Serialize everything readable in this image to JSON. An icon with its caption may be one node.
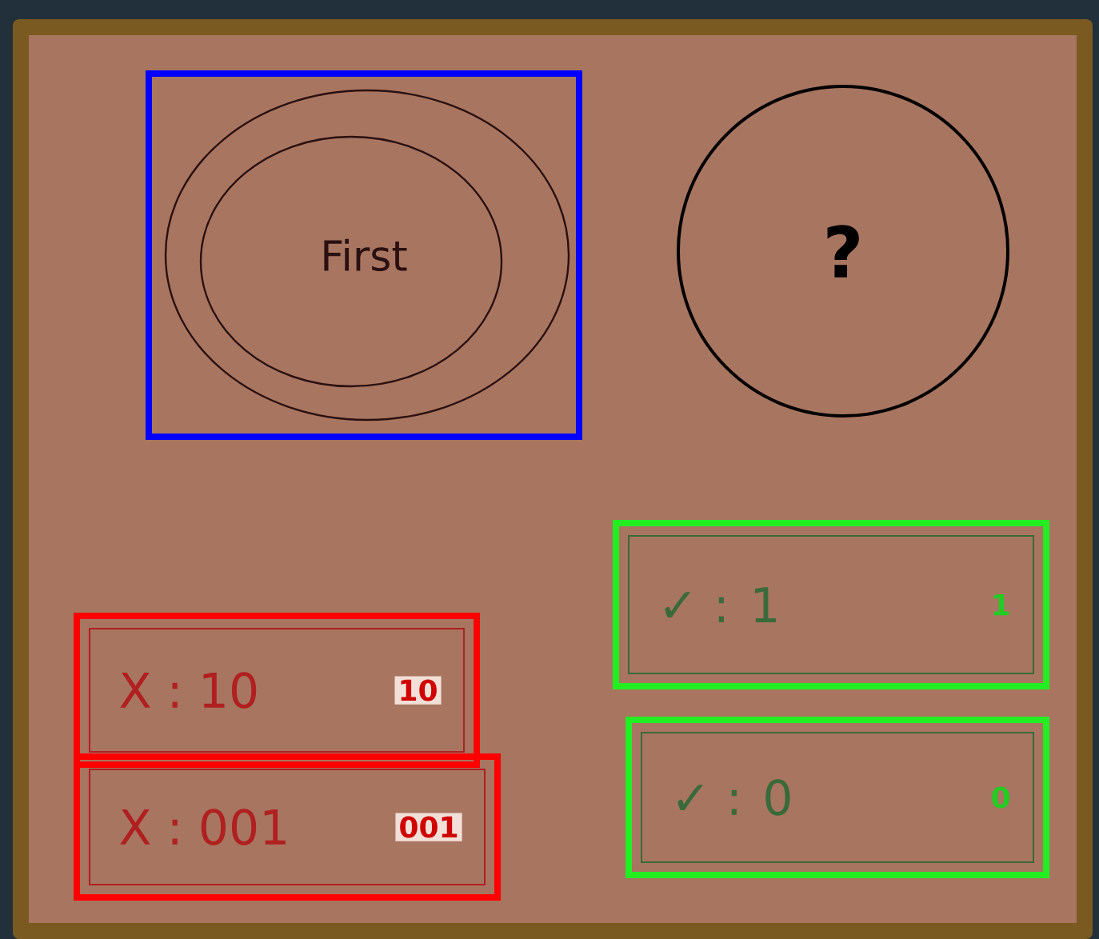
{
  "diagram": {
    "nodes": [
      {
        "text": [
          "First"
        ]
      },
      {
        "text": [
          "?"
        ]
      },
      {
        "text": [
          "X : 10",
          "10"
        ]
      },
      {
        "text": [
          "X : 001",
          "001"
        ]
      },
      {
        "text": [
          "✓ : 1",
          "1"
        ]
      },
      {
        "text": [
          "✓ : 0",
          "0"
        ]
      }
    ]
  }
}
